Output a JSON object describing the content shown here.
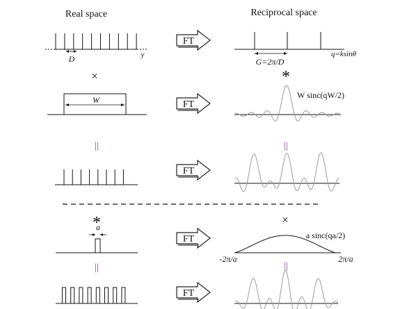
{
  "headers": {
    "real": "Real space",
    "reciprocal": "Reciprocal space"
  },
  "ft_label": "FT",
  "labels": {
    "D": "D",
    "y": "y",
    "G": "G=2π/D",
    "q": "q=ksinθ",
    "W": "W",
    "W_sinc": "W sinc(qW/2)",
    "a": "a",
    "a_sinc": "a sinc(qa/2)",
    "neg_limit": "-2π/a",
    "pos_limit": "2π/a"
  },
  "operators": {
    "times": "×",
    "convolve": "*",
    "equals": "||"
  },
  "colors": {
    "ink": "#111111",
    "faint": "#9a9a9a",
    "equals_purple": "#7a3b86"
  }
}
